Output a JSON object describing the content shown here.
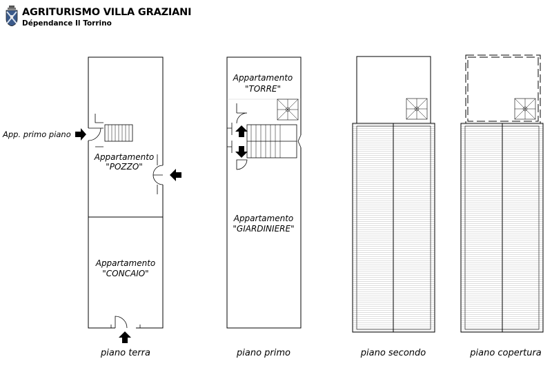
{
  "header": {
    "title": "AGRITURISMO VILLA GRAZIANI",
    "subtitle": "Dépendance Il Torrino"
  },
  "plans": {
    "piano_terra": {
      "caption": "piano terra",
      "entrance_label": "App. primo piano",
      "apt_pozzo_line1": "Appartamento",
      "apt_pozzo_line2": "\"POZZO\"",
      "apt_concaio_line1": "Appartamento",
      "apt_concaio_line2": "\"CONCAIO\""
    },
    "piano_primo": {
      "caption": "piano primo",
      "apt_torre_line1": "Appartamento",
      "apt_torre_line2": "\"TORRE\"",
      "apt_giardiniere_line1": "Appartamento",
      "apt_giardiniere_line2": "\"GIARDINIERE\""
    },
    "piano_secondo": {
      "caption": "piano secondo"
    },
    "piano_copertura": {
      "caption": "piano copertura"
    }
  }
}
